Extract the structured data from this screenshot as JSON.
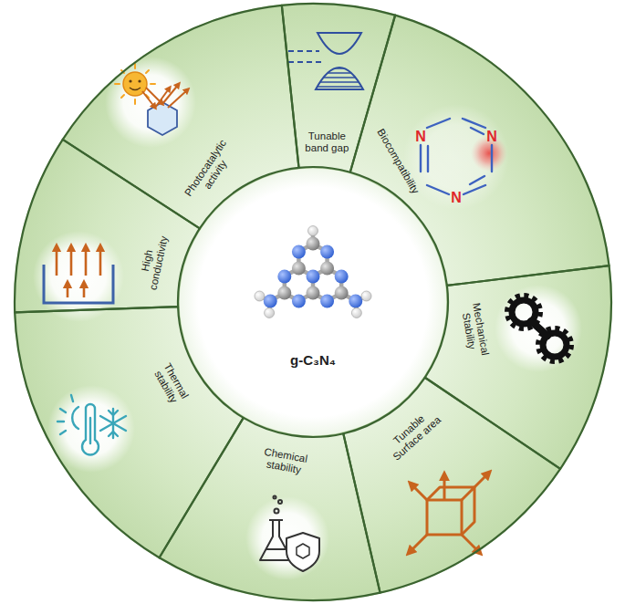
{
  "diagram": {
    "nodes": [
      {
        "text": [
          "g-C₃N₄"
        ]
      },
      {
        "text": [
          "Tunable band gap"
        ]
      },
      {
        "text": [
          "Biocompatibility"
        ]
      },
      {
        "text": [
          "Mechanical Stability"
        ]
      },
      {
        "text": [
          "Tunable Surface area"
        ]
      },
      {
        "text": [
          "Chemical stability"
        ]
      },
      {
        "text": [
          "Thermal stability"
        ]
      },
      {
        "text": [
          "High conductivity"
        ]
      },
      {
        "text": [
          "Photocatalytic activity"
        ]
      }
    ],
    "labels": [
      "N",
      "N",
      "N"
    ]
  }
}
